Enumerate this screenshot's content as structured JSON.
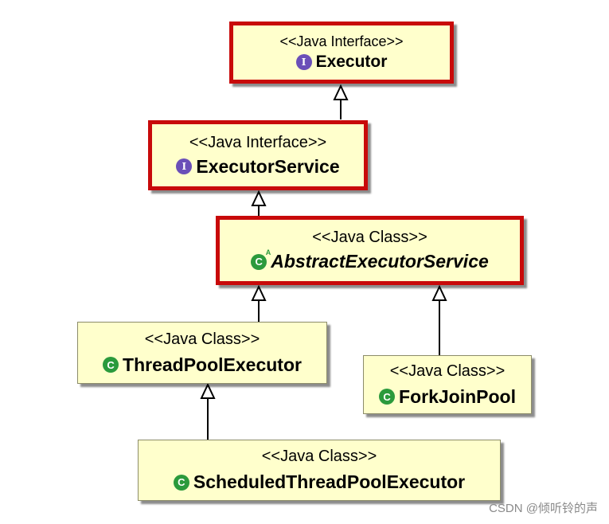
{
  "nodes": {
    "executor": {
      "stereotype": "<<Java Interface>>",
      "name": "Executor",
      "icon": "interface-icon"
    },
    "executor_service": {
      "stereotype": "<<Java Interface>>",
      "name": "ExecutorService",
      "icon": "interface-icon"
    },
    "abstract_executor_service": {
      "stereotype": "<<Java Class>>",
      "name": "AbstractExecutorService",
      "icon": "abstract-class-icon"
    },
    "thread_pool_executor": {
      "stereotype": "<<Java Class>>",
      "name": "ThreadPoolExecutor",
      "icon": "class-icon"
    },
    "fork_join_pool": {
      "stereotype": "<<Java Class>>",
      "name": "ForkJoinPool",
      "icon": "class-icon"
    },
    "scheduled_thread_pool_executor": {
      "stereotype": "<<Java Class>>",
      "name": "ScheduledThreadPoolExecutor",
      "icon": "class-icon"
    }
  },
  "icon_letters": {
    "interface": "I",
    "class": "C",
    "abstract_mark": "A"
  },
  "colors": {
    "box_fill": "#ffffcc",
    "highlight_border": "#c80a0a",
    "interface_icon": "#6a4fb8",
    "class_icon": "#2b9a3c"
  },
  "watermark": "CSDN @倾听铃的声"
}
